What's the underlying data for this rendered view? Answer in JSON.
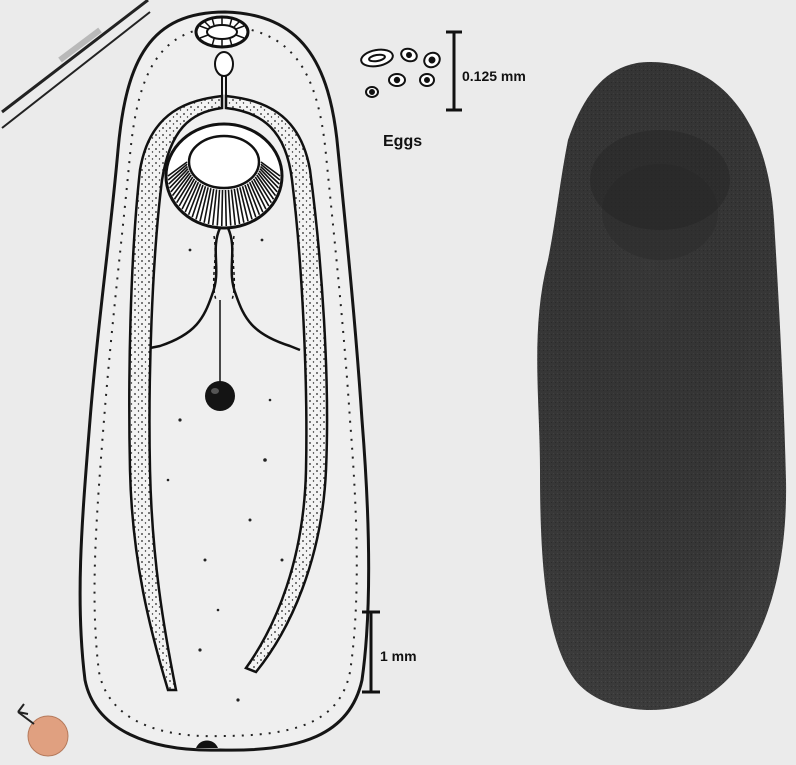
{
  "figure": {
    "eggs_label": "Eggs",
    "egg_scale_label": "0.125 mm",
    "body_scale_label": "1 mm"
  },
  "colors": {
    "background": "#ebebeb",
    "ink": "#141414",
    "specimen": "#3a3a3a",
    "marker": "#e0a080"
  }
}
